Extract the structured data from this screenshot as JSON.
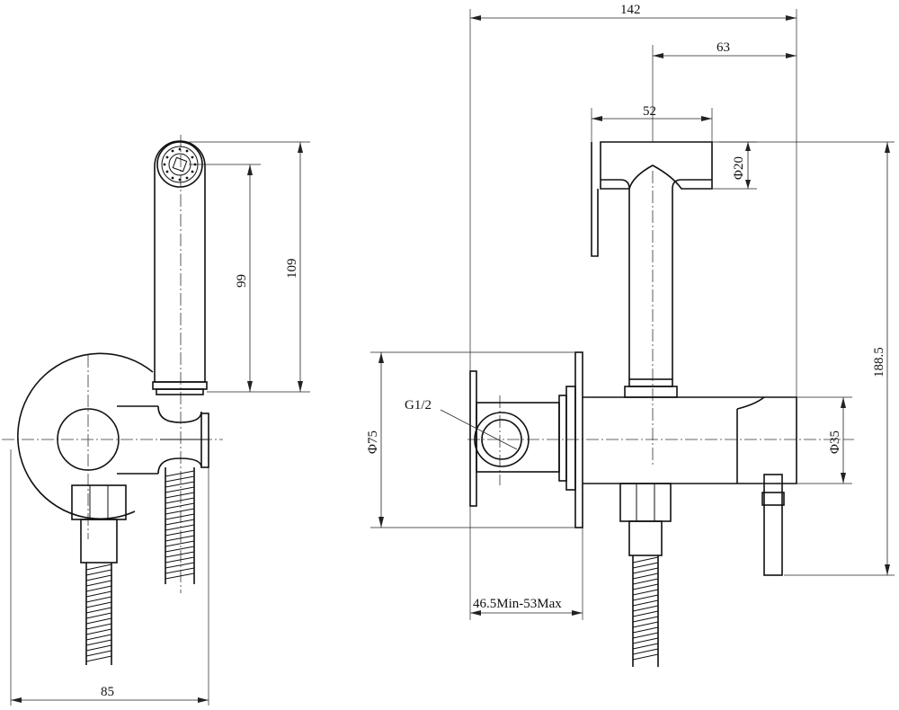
{
  "dimensions": {
    "width_overall": "142",
    "offset_63": "63",
    "handle_length": "52",
    "handle_dia": "Φ20",
    "height_overall": "188.5",
    "body_dia": "Φ35",
    "rosette_dia": "Φ75",
    "thread": "G1/2",
    "depth_range": "46.5Min-53Max",
    "front_width": "85",
    "spray_length": "99",
    "spray_overall": "109"
  },
  "colors": {
    "line": "#111111",
    "background": "#ffffff"
  }
}
